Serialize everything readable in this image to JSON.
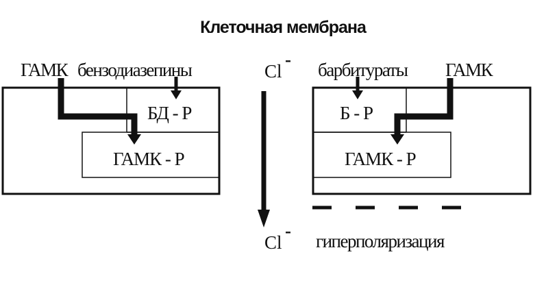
{
  "title": "Клеточная мембрана",
  "left_panel": {
    "gaba_label": "ГАМК",
    "ligand_label": "бензодиазепины",
    "site_receptor": "БД - Р",
    "gaba_receptor": "ГАМК - Р"
  },
  "center": {
    "ion_top": "Cl",
    "ion_top_charge": "-",
    "ion_bottom": "Cl",
    "ion_bottom_charge": "-"
  },
  "right_panel": {
    "ligand_label": "барбитураты",
    "gaba_label": "ГАМК",
    "site_receptor": "Б - Р",
    "gaba_receptor": "ГАМК - Р",
    "effect_label": "гиперполяризация"
  },
  "colors": {
    "ink": "#111111",
    "background": "#ffffff"
  }
}
